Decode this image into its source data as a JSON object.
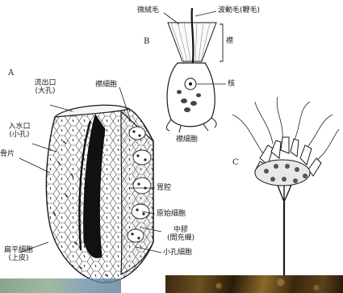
{
  "panels": {
    "a": "A",
    "b": "B",
    "c": "C"
  },
  "sponge": {
    "osculum": [
      "流出口",
      "(大孔)"
    ],
    "incurrent": [
      "入水口",
      "(小孔)"
    ],
    "spicule": "骨片",
    "choanocyte": "襟細胞",
    "spongocoel": "胃腔",
    "archaeocyte": "原始細胞",
    "mesohyl": [
      "中膠",
      "(間充織)"
    ],
    "porocyte": "小孔細胞",
    "pinacocyte": [
      "扁平細胞",
      "(上皮)"
    ]
  },
  "collar_cell": {
    "microvilli": "微絨毛",
    "flagellum": "波動毛(鞭毛)",
    "collar": "襟",
    "nucleus": "核",
    "caption": "襟細胞"
  },
  "colors": {
    "ink": "#1a1a1a",
    "paper": "#ffffff",
    "shade": "#bdbdbd",
    "dark": "#111111"
  }
}
